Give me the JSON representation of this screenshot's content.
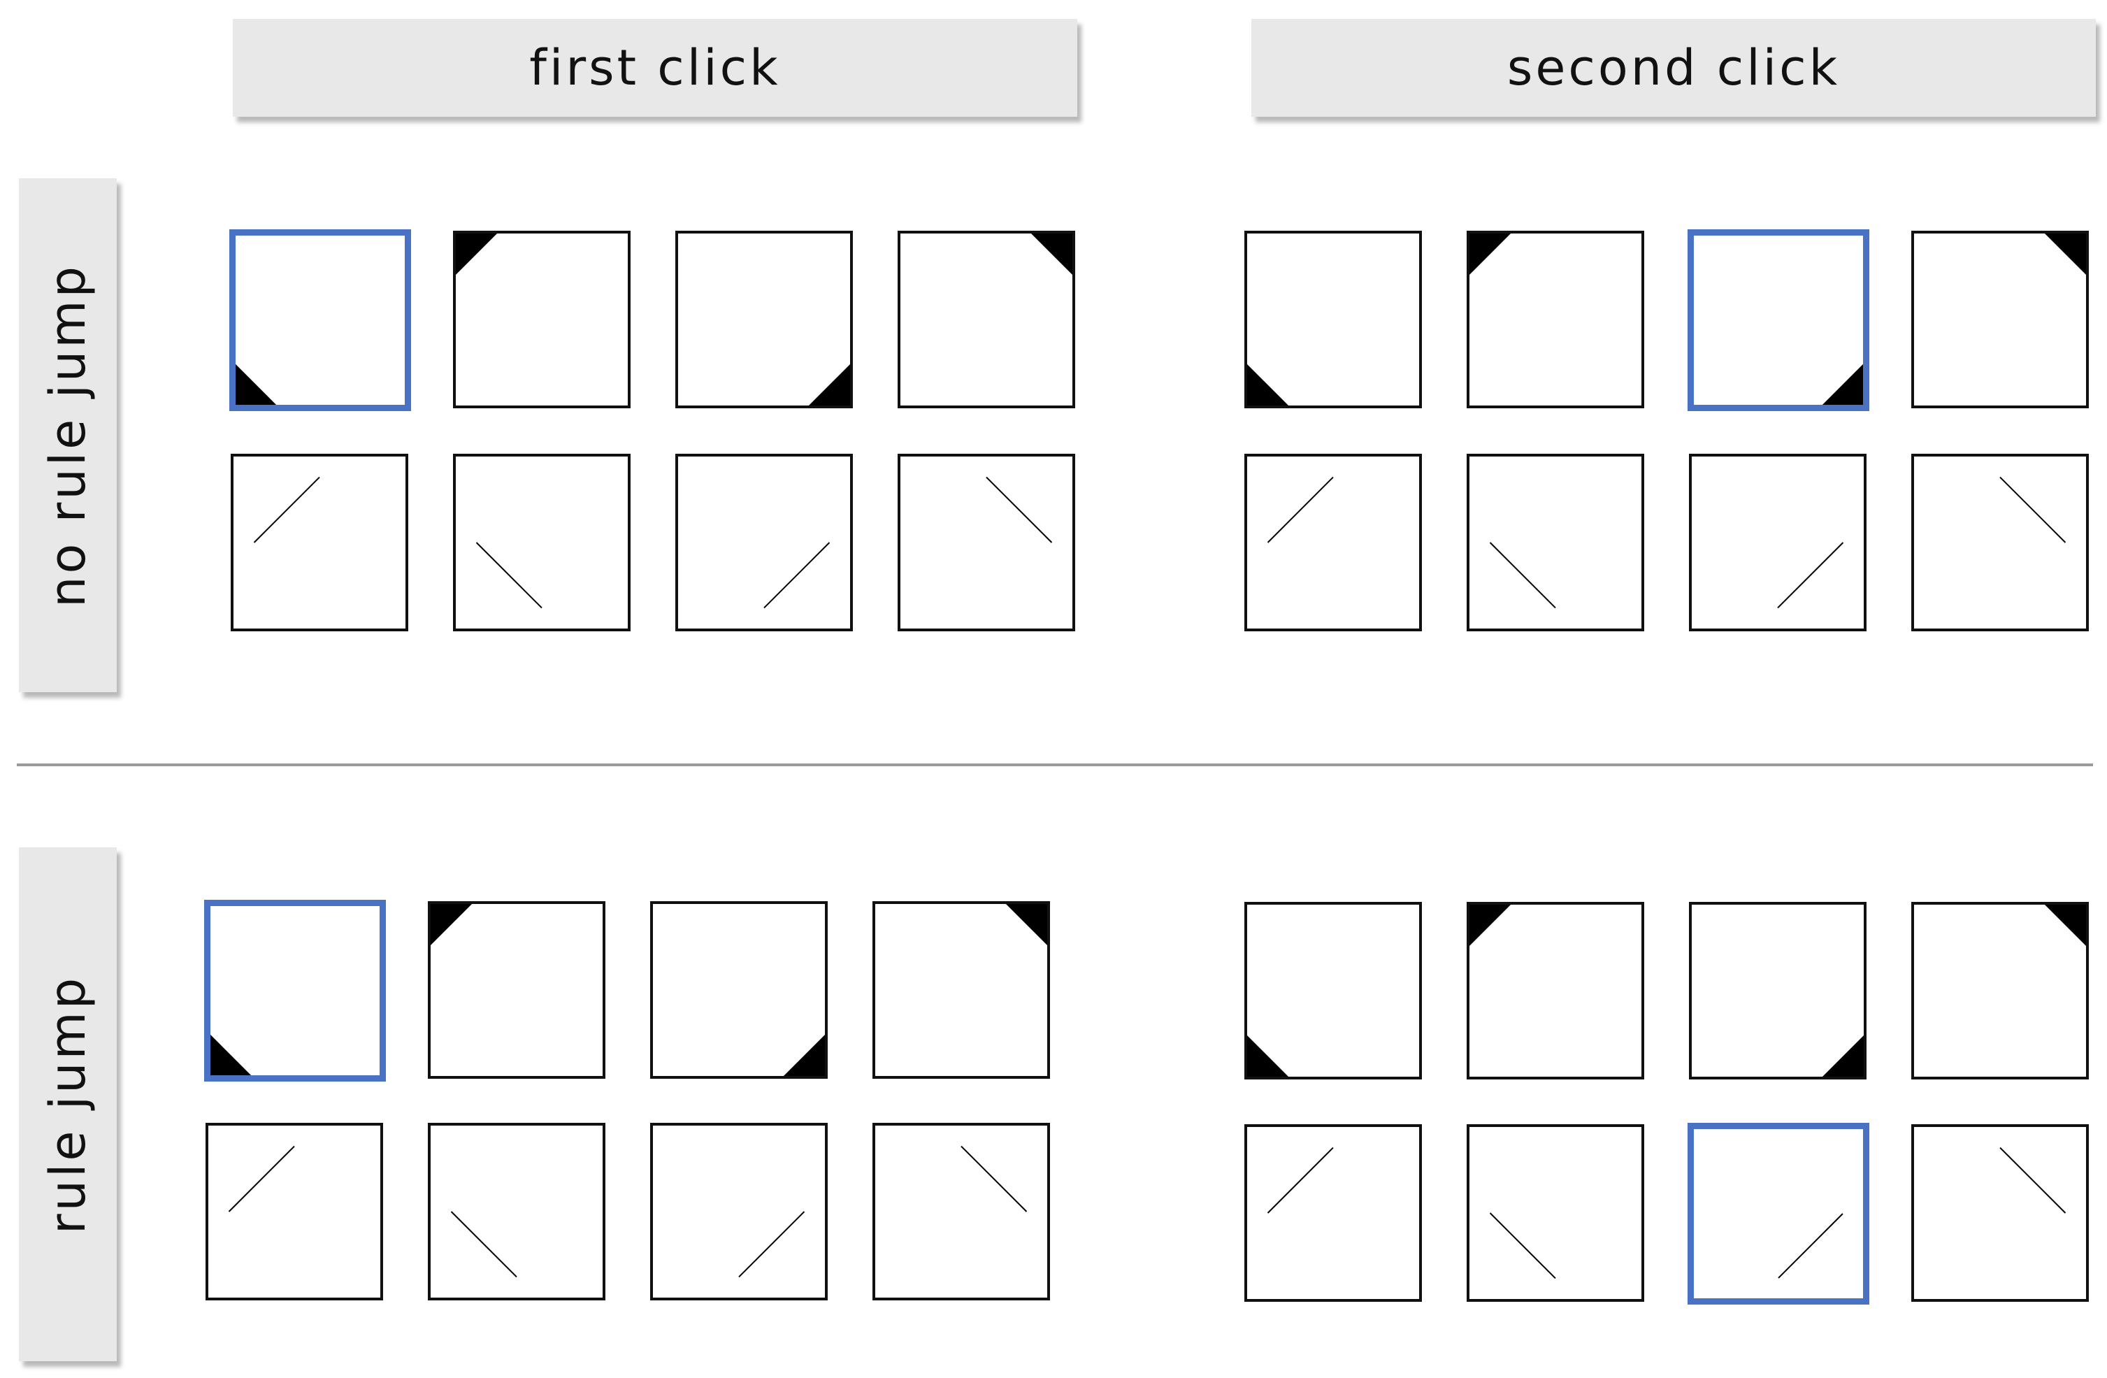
{
  "columns": {
    "first": "first click",
    "second": "second click"
  },
  "rows": {
    "no_jump": "no rule jump",
    "jump": "rule jump"
  },
  "highlight_color": "#4a72c4",
  "icons": {
    "top_row": [
      "corner-bottom-left-icon",
      "corner-top-left-icon",
      "corner-bottom-right-icon",
      "corner-top-right-icon"
    ],
    "bottom_row": [
      "diagonal-ascending-upper-left-icon",
      "diagonal-descending-lower-left-icon",
      "diagonal-ascending-lower-right-icon",
      "diagonal-descending-upper-right-icon"
    ]
  },
  "selections": {
    "no_rule_jump_first_click": "top row, position 1",
    "no_rule_jump_second_click": "top row, position 3",
    "rule_jump_first_click": "top row, position 1",
    "rule_jump_second_click": "bottom row, position 3"
  }
}
